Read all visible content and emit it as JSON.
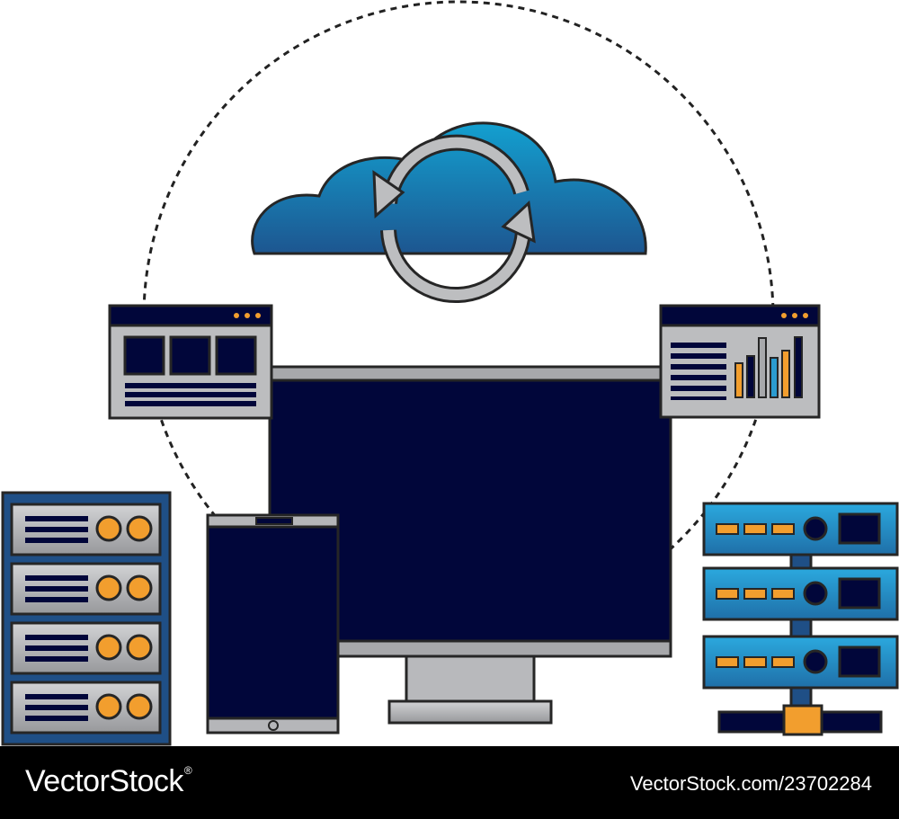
{
  "watermark": {
    "brand": "VectorStock",
    "brand_mark": "®",
    "asset_id": "VectorStock.com/23702284"
  },
  "colors": {
    "background": "#ffffff",
    "footer": "#000000",
    "screen_navy": "#01063a",
    "outline": "#262626",
    "frame_gray": "#a7a8ab",
    "cloud_top": "#13a0d0",
    "cloud_bottom": "#1d5690",
    "accent_orange": "#f29e2e",
    "server_blue": "#2a9bd0"
  },
  "scene": {
    "items": [
      "cloud-sync-icon",
      "dotted-orbit",
      "desktop-monitor",
      "smartphone",
      "layout-window",
      "chart-window",
      "server-rack-left",
      "network-servers-right"
    ]
  }
}
